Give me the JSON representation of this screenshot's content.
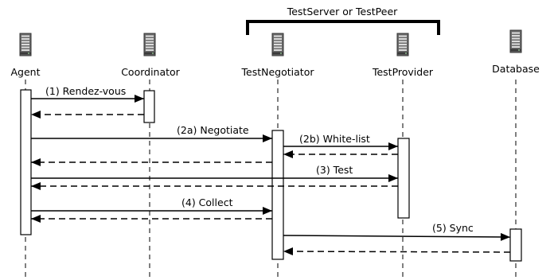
{
  "group": {
    "label": "TestServer or TestPeer"
  },
  "participants": [
    {
      "id": "agent",
      "label": "Agent",
      "icon": "server-tower-icon"
    },
    {
      "id": "coordinator",
      "label": "Coordinator",
      "icon": "server-tower-icon"
    },
    {
      "id": "testnegotiator",
      "label": "TestNegotiator",
      "icon": "server-tower-icon"
    },
    {
      "id": "testprovider",
      "label": "TestProvider",
      "icon": "server-tower-icon"
    },
    {
      "id": "database",
      "label": "Database",
      "icon": "server-tower-icon"
    }
  ],
  "messages": [
    {
      "label": "(1) Rendez-vous",
      "from": "Agent",
      "to": "Coordinator",
      "kind": "request"
    },
    {
      "label": "",
      "from": "Coordinator",
      "to": "Agent",
      "kind": "response"
    },
    {
      "label": "(2a) Negotiate",
      "from": "Agent",
      "to": "TestNegotiator",
      "kind": "request"
    },
    {
      "label": "(2b) White-list",
      "from": "TestNegotiator",
      "to": "TestProvider",
      "kind": "request"
    },
    {
      "label": "",
      "from": "TestProvider",
      "to": "TestNegotiator",
      "kind": "response"
    },
    {
      "label": "",
      "from": "TestNegotiator",
      "to": "Agent",
      "kind": "response"
    },
    {
      "label": "(3) Test",
      "from": "Agent",
      "to": "TestProvider",
      "kind": "request"
    },
    {
      "label": "",
      "from": "TestProvider",
      "to": "Agent",
      "kind": "response"
    },
    {
      "label": "(4) Collect",
      "from": "Agent",
      "to": "TestNegotiator",
      "kind": "request"
    },
    {
      "label": "",
      "from": "TestNegotiator",
      "to": "Agent",
      "kind": "response"
    },
    {
      "label": "(5) Sync",
      "from": "TestNegotiator",
      "to": "Database",
      "kind": "request"
    },
    {
      "label": "",
      "from": "Database",
      "to": "TestNegotiator",
      "kind": "response"
    }
  ]
}
